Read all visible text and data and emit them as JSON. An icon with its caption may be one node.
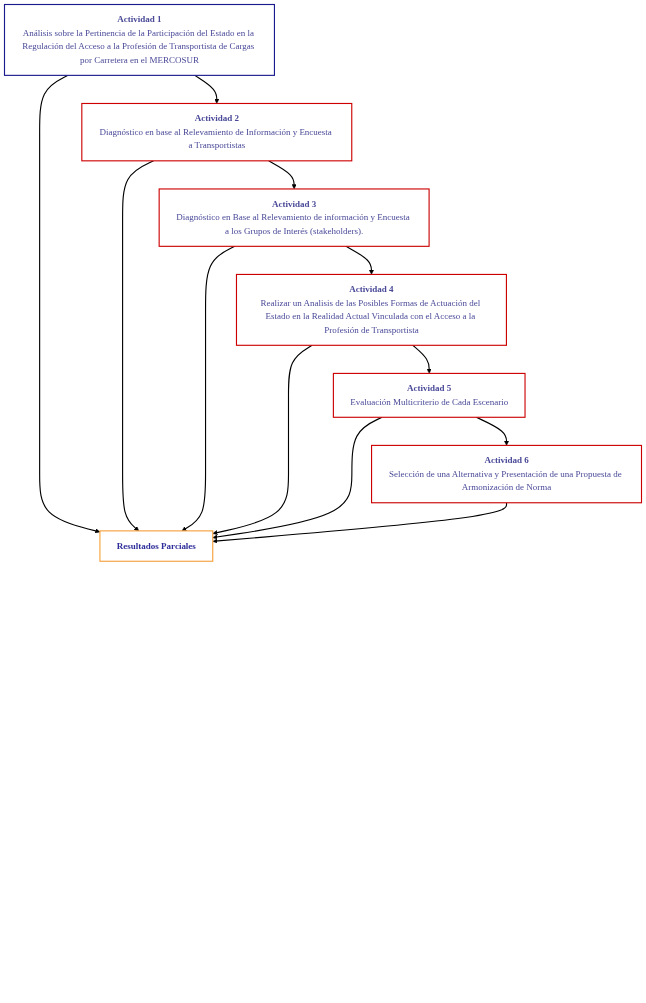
{
  "diagram": {
    "nodes": [
      {
        "text": [
          "Actividad 1",
          "Análisis sobre la Pertinencia de la Participación del Estado en la Regulación del Acceso a la Profesión de Transportista de Cargas por Carretera en el MERCOSUR"
        ]
      },
      {
        "text": [
          "Actividad 2",
          "Diagnóstico en base al Relevamiento de Información y Encuesta a Transportistas"
        ]
      },
      {
        "text": [
          "Actividad 3",
          "Diagnóstico en Base al Relevamiento de información y Encuesta a los Grupos de Interés (stakeholders)."
        ]
      },
      {
        "text": [
          "Actividad 4",
          "Realizar un Analisis de las Posibles Formas de Actuación del Estado en la Realidad Actual Vinculada con el Acceso a la Profesión de Transportista"
        ]
      },
      {
        "text": [
          "Actividad 5",
          "Evaluación Multicriterio de Cada Escenario"
        ]
      },
      {
        "text": [
          "Actividad 6",
          "Selección de una Alternativa y Presentación de una Propuesta de Armonización de Norma"
        ]
      },
      {
        "text": [
          "Resultados Parciales"
        ]
      }
    ],
    "edges": [
      {
        "from": 0,
        "to": 1,
        "arrow": "to"
      },
      {
        "from": 1,
        "to": 2,
        "arrow": "to"
      },
      {
        "from": 2,
        "to": 3,
        "arrow": "to"
      },
      {
        "from": 3,
        "to": 4,
        "arrow": "to"
      },
      {
        "from": 4,
        "to": 5,
        "arrow": "to"
      },
      {
        "from": 0,
        "to": 6,
        "arrow": "to"
      },
      {
        "from": 1,
        "to": 6,
        "arrow": "to"
      },
      {
        "from": 2,
        "to": 6,
        "arrow": "to"
      },
      {
        "from": 3,
        "to": 6,
        "arrow": "to"
      },
      {
        "from": 4,
        "to": 6,
        "arrow": "to"
      },
      {
        "from": 5,
        "to": 6,
        "arrow": "to"
      }
    ]
  }
}
